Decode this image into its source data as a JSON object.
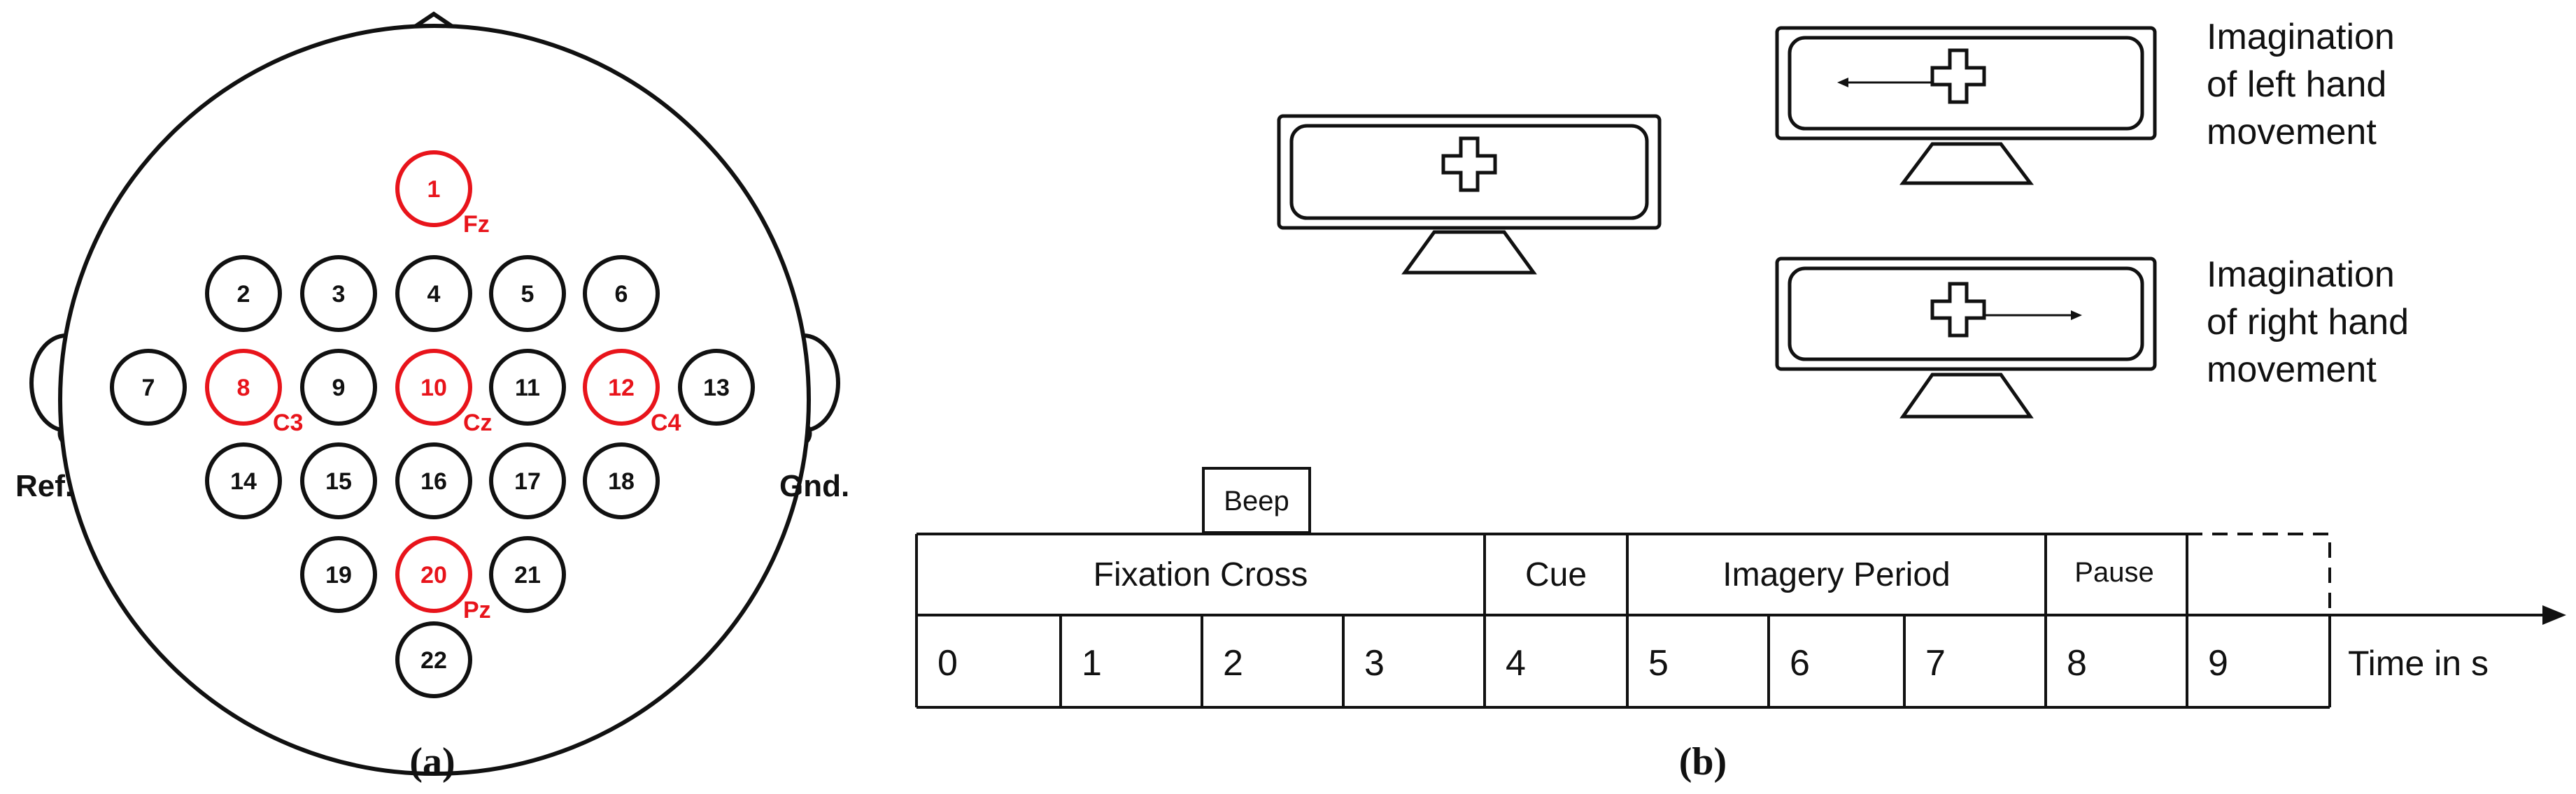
{
  "panel_a": {
    "caption": "(a)",
    "left_label": "Ref.",
    "right_label": "Gnd.",
    "electrodes": [
      {
        "num": "1",
        "highlight": true,
        "site": "Fz"
      },
      {
        "num": "2",
        "highlight": false
      },
      {
        "num": "3",
        "highlight": false
      },
      {
        "num": "4",
        "highlight": false
      },
      {
        "num": "5",
        "highlight": false
      },
      {
        "num": "6",
        "highlight": false
      },
      {
        "num": "7",
        "highlight": false
      },
      {
        "num": "8",
        "highlight": true,
        "site": "C3"
      },
      {
        "num": "9",
        "highlight": false
      },
      {
        "num": "10",
        "highlight": true,
        "site": "Cz"
      },
      {
        "num": "11",
        "highlight": false
      },
      {
        "num": "12",
        "highlight": true,
        "site": "C4"
      },
      {
        "num": "13",
        "highlight": false
      },
      {
        "num": "14",
        "highlight": false
      },
      {
        "num": "15",
        "highlight": false
      },
      {
        "num": "16",
        "highlight": false
      },
      {
        "num": "17",
        "highlight": false
      },
      {
        "num": "18",
        "highlight": false
      },
      {
        "num": "19",
        "highlight": false
      },
      {
        "num": "20",
        "highlight": true,
        "site": "Pz"
      },
      {
        "num": "21",
        "highlight": false
      },
      {
        "num": "22",
        "highlight": false
      }
    ]
  },
  "panel_b": {
    "caption": "(b)",
    "left_cue_text": [
      "Imagination",
      "of left hand",
      "movement"
    ],
    "right_cue_text": [
      "Imagination",
      "of right hand",
      "movement"
    ],
    "beep_label": "Beep",
    "phases": [
      "Fixation Cross",
      "Cue",
      "Imagery Period",
      "Pause"
    ],
    "ticks": [
      "0",
      "1",
      "2",
      "3",
      "4",
      "5",
      "6",
      "7",
      "8",
      "9"
    ],
    "axis_label": "Time in s"
  },
  "colors": {
    "highlight": "#e8141b",
    "line": "#111111"
  }
}
